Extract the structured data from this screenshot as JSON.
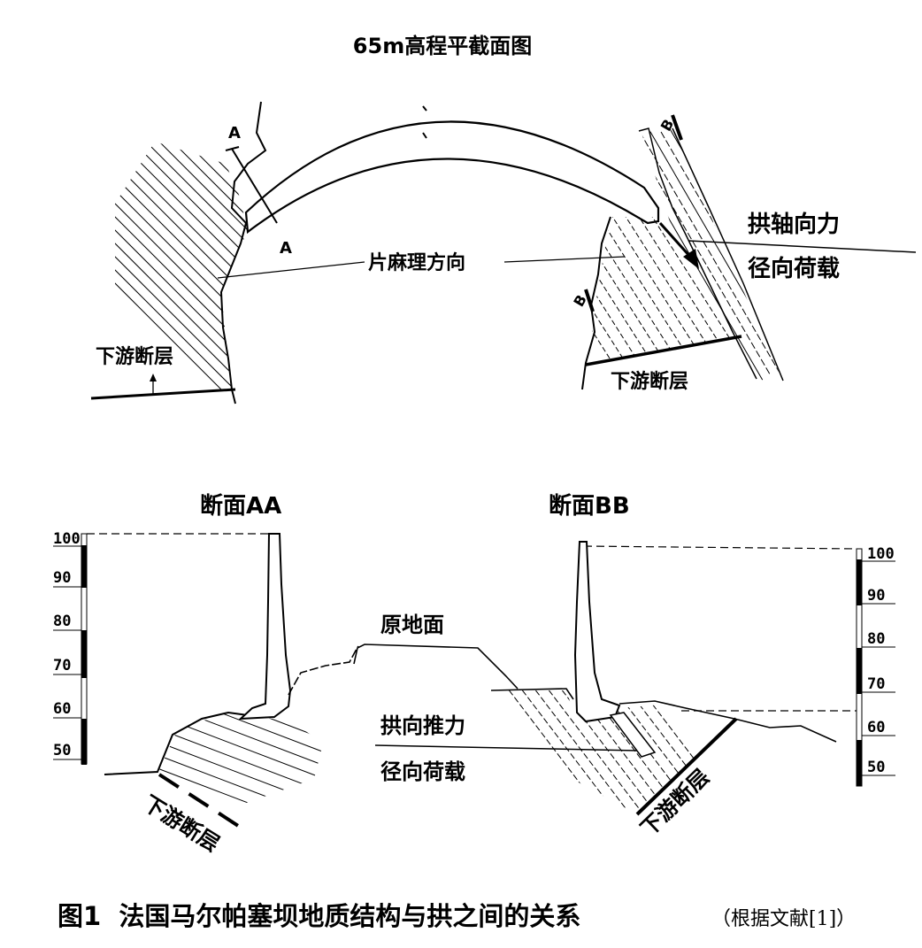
{
  "plan": {
    "title": "65m高程平截面图",
    "section_a_label": "A",
    "section_b_label": "B",
    "foliation_label": "片麻理方向",
    "left_fault_label": "下游断层",
    "right_fault_label": "下游断层",
    "arch_axial_force_label": "拱轴向力",
    "radial_load_label": "径向荷载"
  },
  "sections": {
    "aa_title": "断面AA",
    "bb_title": "断面BB",
    "original_ground_label": "原地面",
    "arch_thrust_label": "拱向推力",
    "radial_load_label": "径向荷载",
    "fault_label": "下游断层",
    "scale_ticks": [
      "100",
      "90",
      "80",
      "70",
      "60",
      "50"
    ]
  },
  "caption": {
    "main": "图1  法国马尔帕塞坝地质结构与拱之间的关系",
    "source": "（根据文献[1]）"
  },
  "colors": {
    "ink": "#000000",
    "paper": "#ffffff"
  }
}
